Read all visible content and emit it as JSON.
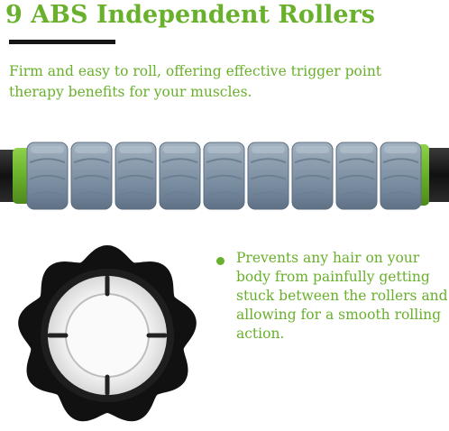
{
  "heading": {
    "title": "9 ABS Independent Rollers"
  },
  "intro": {
    "text": "Firm and easy to roll, offering effective trigger point therapy benefits for your muscles."
  },
  "bullet": {
    "text": "Prevents any hair on your body from painfully getting stuck between the rollers and allowing for a smooth rolling action."
  },
  "colors": {
    "accent_green": "#69b02c",
    "roller_gray": "#8294a5",
    "handle_black": "#1a1a1a",
    "text_dark": "#151515"
  },
  "icons": {
    "bullet": "green-dot-icon",
    "product_side": "roller-stick-illustration",
    "product_end": "roller-endcap-illustration"
  }
}
